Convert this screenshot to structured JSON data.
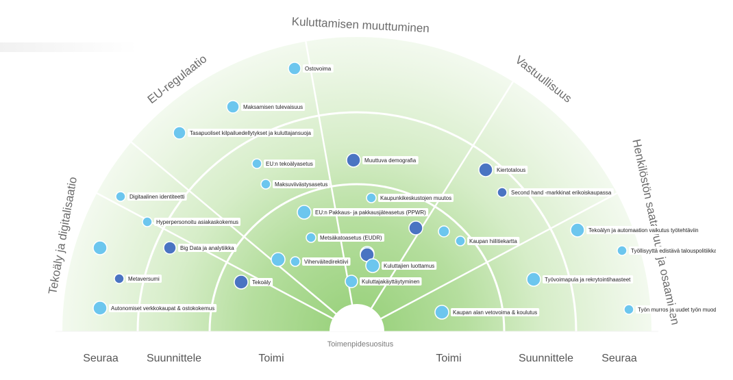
{
  "center_label": "Toimenpidesuositus",
  "sectors": [
    "Tekoäly ja digitalisaatio",
    "EU-regulaatio",
    "Kuluttamisen muuttuminen",
    "Vastuullisuus",
    "Henkilöstön saatavuus ja osaaminen"
  ],
  "rings_left": [
    "Seuraa",
    "Suunnittele",
    "Toimi"
  ],
  "rings_right": [
    "Toimi",
    "Suunnittele",
    "Seuraa"
  ],
  "colors": {
    "light_dot": "#6cc6ee",
    "dark_dot": "#4a74c2",
    "ring_line": "#ffffff",
    "outer_fill": "#eef7e8",
    "inner_fill": "#a9d890",
    "text": "#6b6b6b"
  },
  "items": [
    {
      "label": "Ostovoima",
      "kind": "light"
    },
    {
      "label": "Maksamisen tulevaisuus",
      "kind": "light"
    },
    {
      "label": "Tasapuoliset kilpailuedellytykset ja kuluttajansuoja",
      "kind": "light"
    },
    {
      "label": "EU:n tekoälyasetus",
      "kind": "light"
    },
    {
      "label": "Maksuviivästysasetus",
      "kind": "light"
    },
    {
      "label": "Muuttuva demografia",
      "kind": "dark"
    },
    {
      "label": "Kiertotalous",
      "kind": "dark"
    },
    {
      "label": "Second hand -markkinat erikoiskaupassa",
      "kind": "dark"
    },
    {
      "label": "Kaupunkikeskustojen muutos",
      "kind": "light"
    },
    {
      "label": "Digitaalinen identiteetti",
      "kind": "light"
    },
    {
      "label": "Hyperpersonoitu asiakaskokemus",
      "kind": "light"
    },
    {
      "label": "Big Data ja analytiikka",
      "kind": "dark"
    },
    {
      "label": "",
      "kind": "light"
    },
    {
      "label": "Metaversumi",
      "kind": "dark"
    },
    {
      "label": "Autonomiset verkkokaupat & ostokokemus",
      "kind": "light"
    },
    {
      "label": "EU:n Pakkaus- ja pakkausjäteasetus (PPWR)",
      "kind": "light"
    },
    {
      "label": "Metsäkatoasetus (EUDR)",
      "kind": "light"
    },
    {
      "label": "",
      "kind": "light"
    },
    {
      "label": "Viherväitedirektiivi",
      "kind": "light"
    },
    {
      "label": "Tekoäly",
      "kind": "dark"
    },
    {
      "label": "",
      "kind": "dark"
    },
    {
      "label": "",
      "kind": "light"
    },
    {
      "label": "Kaupan hiilitiekartta",
      "kind": "light"
    },
    {
      "label": "",
      "kind": "dark"
    },
    {
      "label": "",
      "kind": "light"
    },
    {
      "label": "Kuluttajien luottamus",
      "kind": "light"
    },
    {
      "label": "Kuluttajakäyttäytyminen",
      "kind": "light"
    },
    {
      "label": "Tekoälyn ja automaation vaikutus työtehtäviin",
      "kind": "light"
    },
    {
      "label": "Työllisyyttä edistävä talouspolitiikka",
      "kind": "light"
    },
    {
      "label": "Työvoimapula ja rekrytointihaasteet",
      "kind": "light"
    },
    {
      "label": "Kaupan alan vetovoima & koulutus",
      "kind": "light"
    },
    {
      "label": "Työn murros ja uudet työn muodot",
      "kind": "light"
    }
  ]
}
